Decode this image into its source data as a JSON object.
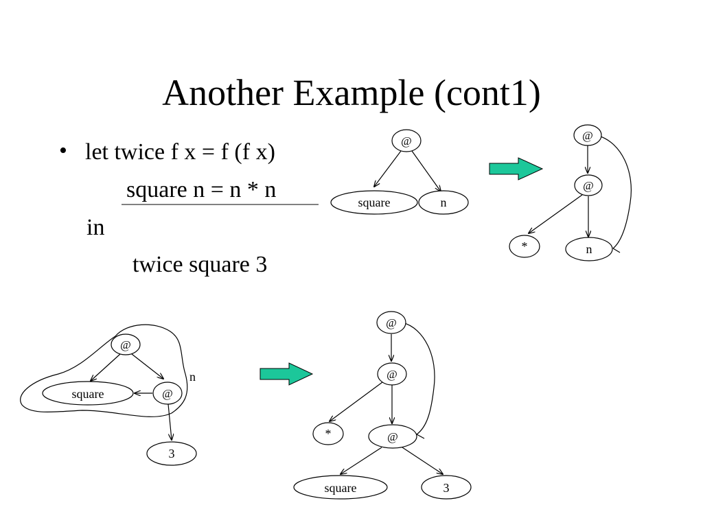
{
  "slide": {
    "title": "Another Example (cont1)",
    "bullet": "•",
    "code": {
      "line1": "let twice f x = f (f x)",
      "line2": "square n = n * n",
      "line3": "in",
      "line4": "twice square 3"
    }
  },
  "graphs": {
    "g1": {
      "app": "@",
      "left": "square",
      "right": "n"
    },
    "g2": {
      "app_top": "@",
      "app_mid": "@",
      "left": "*",
      "right": "n"
    },
    "g3": {
      "app_top": "@",
      "left": "square",
      "app_right": "@",
      "arg": "3",
      "region_label": "n"
    },
    "g4": {
      "app_top": "@",
      "app_mid": "@",
      "left": "*",
      "app_low": "@",
      "low_left": "square",
      "low_right": "3"
    }
  },
  "colors": {
    "arrow_fill": "#1cc79a",
    "stroke": "#000000"
  },
  "icons": {
    "transform_arrow": "right-arrow-icon"
  }
}
